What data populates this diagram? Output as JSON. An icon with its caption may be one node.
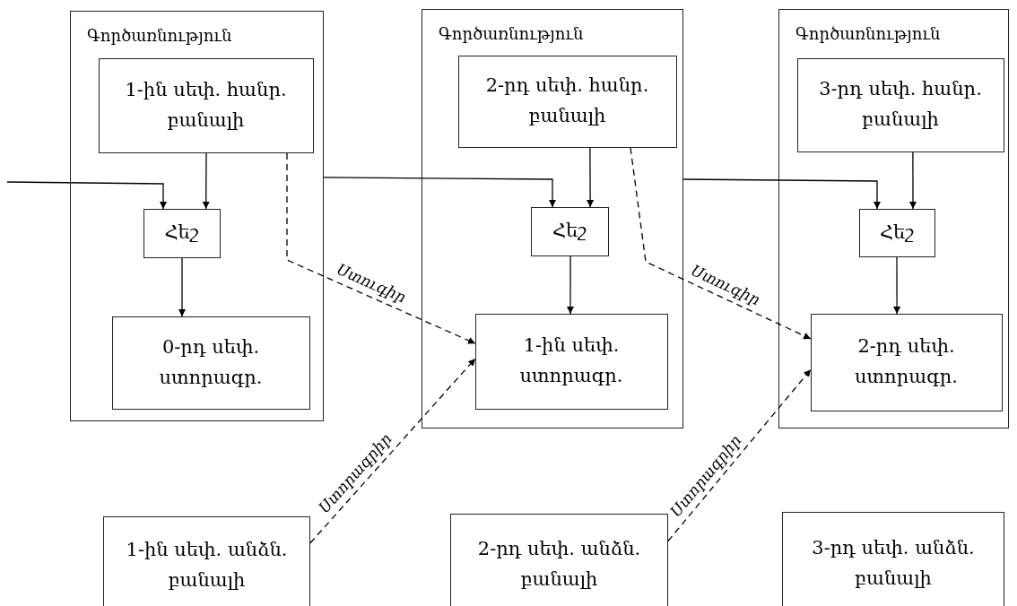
{
  "diagram": {
    "nodes": [
      {
        "text": [
          "Գործառնություն"
        ]
      },
      {
        "text": [
          "1-ին սեփ. հանր. բանալի"
        ],
        "in": 0
      },
      {
        "text": [
          "Հեշ"
        ],
        "in": 0
      },
      {
        "text": [
          "0-րդ սեփ. ստորագր."
        ],
        "in": 0
      },
      {
        "text": [
          "Գործառնություն"
        ]
      },
      {
        "text": [
          "2-րդ սեփ. հանր. բանալի"
        ],
        "in": 4
      },
      {
        "text": [
          "Հեշ"
        ],
        "in": 4
      },
      {
        "text": [
          "1-ին սեփ. ստորագր."
        ],
        "in": 4
      },
      {
        "text": [
          "Գործառնություն"
        ]
      },
      {
        "text": [
          "3-րդ սեփ. հանր. բանալի"
        ],
        "in": 8
      },
      {
        "text": [
          "Հեշ"
        ],
        "in": 8
      },
      {
        "text": [
          "2-րդ սեփ. ստորագր."
        ],
        "in": 8
      },
      {
        "text": [
          "1-ին սեփ. անձն. բանալի"
        ]
      },
      {
        "text": [
          "2-րդ սեփ. անձն. բանալի"
        ]
      },
      {
        "text": [
          "3-րդ սեփ. անձն. բանալի"
        ]
      }
    ],
    "edges": [
      {
        "from": null,
        "to": 2,
        "arrow": "to"
      },
      {
        "from": 1,
        "to": 2,
        "arrow": "to"
      },
      {
        "from": 2,
        "to": 3,
        "arrow": "to"
      },
      {
        "from": 0,
        "to": 6,
        "arrow": "to"
      },
      {
        "from": 5,
        "to": 6,
        "arrow": "to"
      },
      {
        "from": 6,
        "to": 7,
        "arrow": "to"
      },
      {
        "from": 9,
        "to": 10,
        "arrow": "to"
      },
      {
        "from": 10,
        "to": 11,
        "arrow": "to"
      },
      {
        "from": 4,
        "to": 10,
        "arrow": "to"
      },
      {
        "from": 1,
        "to": 7,
        "arrow": "to",
        "style": "dashed",
        "label": "Ստուգիր"
      },
      {
        "from": 12,
        "to": 7,
        "arrow": "to",
        "style": "dashed",
        "label": "Ստորագրիր"
      },
      {
        "from": 5,
        "to": 11,
        "arrow": "to",
        "style": "dashed",
        "label": "Ստուգիր"
      },
      {
        "from": 13,
        "to": 11,
        "arrow": "to",
        "style": "dashed",
        "label": "Ստորագրիր"
      }
    ]
  }
}
